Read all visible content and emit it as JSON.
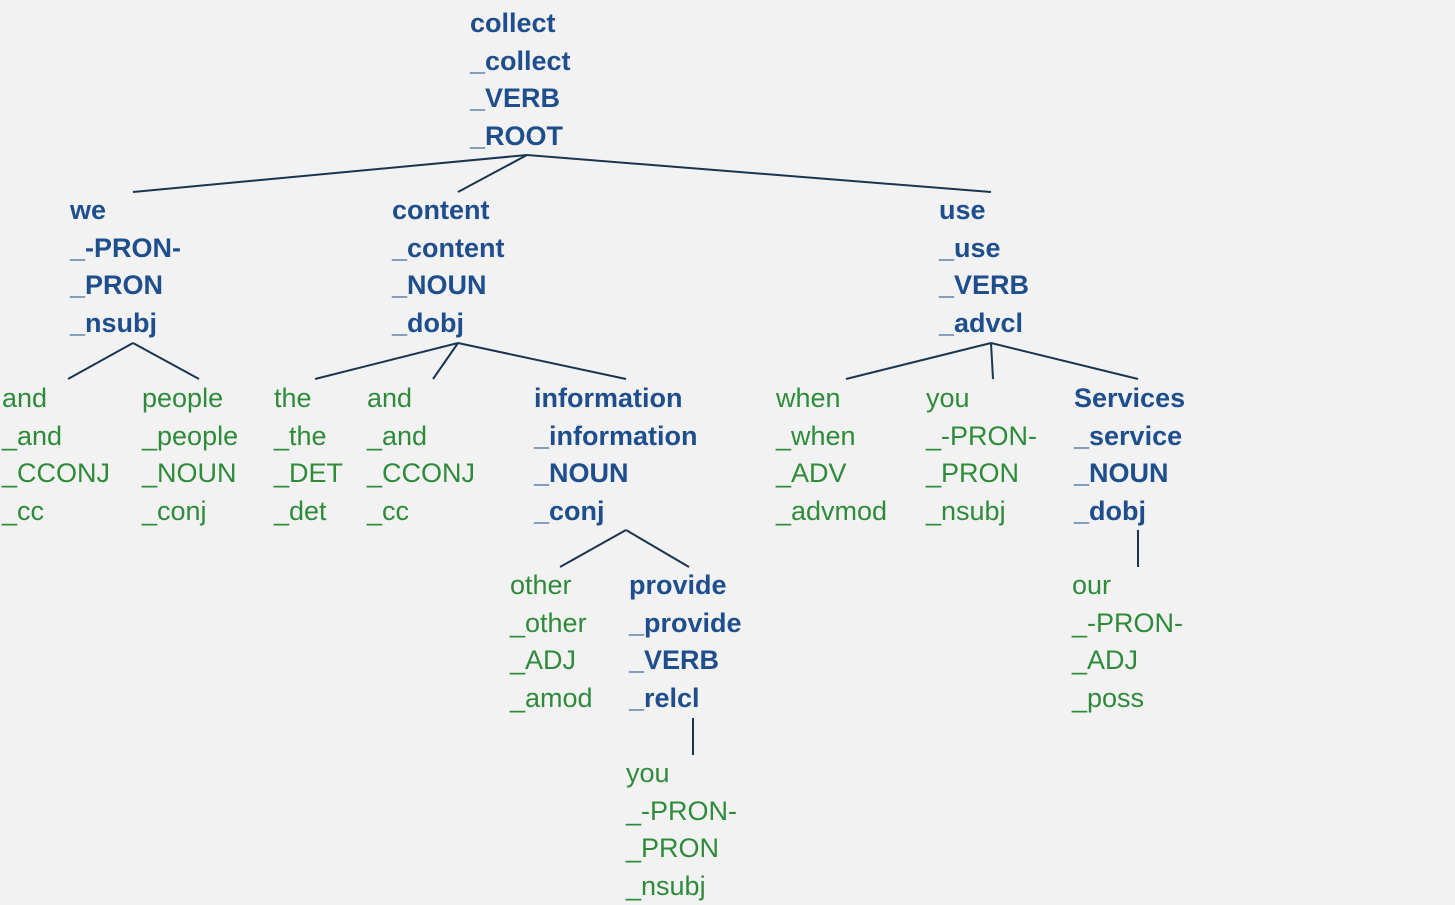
{
  "nodes": [
    {
      "id": "collect",
      "lines": [
        "collect",
        "_collect",
        "_VERB",
        "_ROOT"
      ],
      "kind": "inner"
    },
    {
      "id": "we",
      "lines": [
        "we",
        "_-PRON-",
        "_PRON",
        "_nsubj"
      ],
      "kind": "inner"
    },
    {
      "id": "content",
      "lines": [
        "content",
        "_content",
        "_NOUN",
        "_dobj"
      ],
      "kind": "inner"
    },
    {
      "id": "use",
      "lines": [
        "use",
        "_use",
        "_VERB",
        "_advcl"
      ],
      "kind": "inner"
    },
    {
      "id": "and1",
      "lines": [
        "and",
        "_and",
        "_CCONJ",
        "_cc"
      ],
      "kind": "leaf"
    },
    {
      "id": "people",
      "lines": [
        "people",
        "_people",
        "_NOUN",
        "_conj"
      ],
      "kind": "leaf"
    },
    {
      "id": "the",
      "lines": [
        "the",
        "_the",
        "_DET",
        "_det"
      ],
      "kind": "leaf"
    },
    {
      "id": "and2",
      "lines": [
        "and",
        "_and",
        "_CCONJ",
        "_cc"
      ],
      "kind": "leaf"
    },
    {
      "id": "information",
      "lines": [
        "information",
        "_information",
        "_NOUN",
        "_conj"
      ],
      "kind": "inner"
    },
    {
      "id": "when",
      "lines": [
        "when",
        "_when",
        "_ADV",
        "_advmod"
      ],
      "kind": "leaf"
    },
    {
      "id": "you1",
      "lines": [
        "you",
        "_-PRON-",
        "_PRON",
        "_nsubj"
      ],
      "kind": "leaf"
    },
    {
      "id": "services",
      "lines": [
        "Services",
        "_service",
        "_NOUN",
        "_dobj"
      ],
      "kind": "inner"
    },
    {
      "id": "other",
      "lines": [
        "other",
        "_other",
        "_ADJ",
        "_amod"
      ],
      "kind": "leaf"
    },
    {
      "id": "provide",
      "lines": [
        "provide",
        "_provide",
        "_VERB",
        "_relcl"
      ],
      "kind": "inner"
    },
    {
      "id": "our",
      "lines": [
        "our",
        "_-PRON-",
        "_ADJ",
        "_poss"
      ],
      "kind": "leaf"
    },
    {
      "id": "you2",
      "lines": [
        "you",
        "_-PRON-",
        "_PRON",
        "_nsubj"
      ],
      "kind": "leaf"
    }
  ],
  "edges": [
    [
      "collect",
      "we"
    ],
    [
      "collect",
      "content"
    ],
    [
      "collect",
      "use"
    ],
    [
      "we",
      "and1"
    ],
    [
      "we",
      "people"
    ],
    [
      "content",
      "the"
    ],
    [
      "content",
      "and2"
    ],
    [
      "content",
      "information"
    ],
    [
      "use",
      "when"
    ],
    [
      "use",
      "you1"
    ],
    [
      "use",
      "services"
    ],
    [
      "information",
      "other"
    ],
    [
      "information",
      "provide"
    ],
    [
      "services",
      "our"
    ],
    [
      "provide",
      "you2"
    ]
  ],
  "colors": {
    "inner_text": "#1f4e8c",
    "leaf_text": "#2e8b3a",
    "edge": "#1a3550",
    "background": "#f2f2f2"
  }
}
